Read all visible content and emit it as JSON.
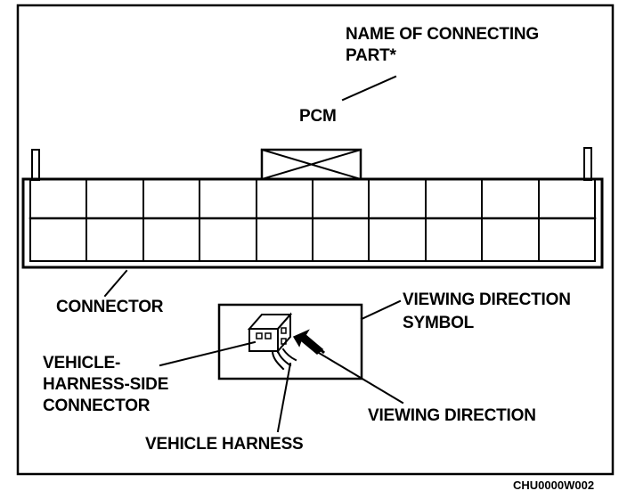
{
  "diagram": {
    "labels": {
      "name_of_connecting_part_line1": "NAME OF CONNECTING",
      "name_of_connecting_part_line2": "PART*",
      "pcm": "PCM",
      "connector": "CONNECTOR",
      "viewing_direction_symbol_line1": "VIEWING DIRECTION",
      "viewing_direction_symbol_line2": "SYMBOL",
      "vehicle_harness_side_connector_line1": "VEHICLE-",
      "vehicle_harness_side_connector_line2": "HARNESS-SIDE",
      "vehicle_harness_side_connector_line3": "CONNECTOR",
      "viewing_direction": "VIEWING DIRECTION",
      "vehicle_harness": "VEHICLE HARNESS"
    },
    "figure_code": "CHU0000W002",
    "connector_grid": {
      "rows": 2,
      "columns": 10
    },
    "colors": {
      "ink": "#000000",
      "paper": "#ffffff"
    }
  }
}
